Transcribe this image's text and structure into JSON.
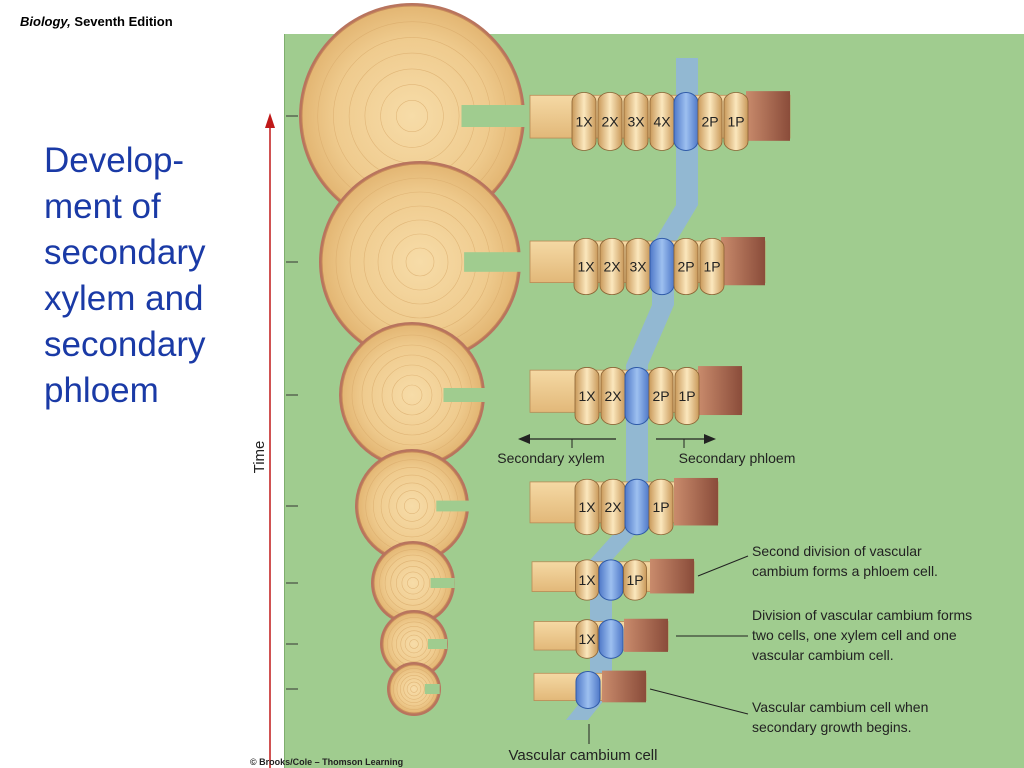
{
  "header": {
    "book_title": "Biology,",
    "edition": " Seventh Edition"
  },
  "title": {
    "lines": [
      "Develop-",
      "ment of",
      "secondary",
      "xylem and",
      "secondary",
      "phloem"
    ]
  },
  "diagram": {
    "time_label": "Time",
    "direction_labels": {
      "xylem": "Secondary xylem",
      "phloem": "Secondary phloem"
    },
    "rows": [
      {
        "xylem": [
          "1X",
          "2X",
          "3X",
          "4X"
        ],
        "phloem": [
          "2P",
          "1P"
        ]
      },
      {
        "xylem": [
          "1X",
          "2X",
          "3X"
        ],
        "phloem": [
          "2P",
          "1P"
        ]
      },
      {
        "xylem": [
          "1X",
          "2X"
        ],
        "phloem": [
          "2P",
          "1P"
        ]
      },
      {
        "xylem": [
          "1X",
          "2X"
        ],
        "phloem": [
          "1P"
        ]
      },
      {
        "xylem": [
          "1X"
        ],
        "phloem": [
          "1P"
        ]
      },
      {
        "xylem": [
          "1X"
        ],
        "phloem": []
      },
      {
        "xylem": [],
        "phloem": []
      }
    ],
    "callouts": {
      "second_division": [
        "Second division of vascular",
        "cambium forms a phloem cell."
      ],
      "first_division": [
        "Division of vascular cambium forms",
        "two cells, one xylem cell and one",
        "vascular cambium cell."
      ],
      "start": [
        "Vascular cambium cell when",
        "secondary growth begins."
      ]
    },
    "bottom_label": "Vascular cambium cell"
  },
  "footer": {
    "copyright": "© Brooks/Cole – Thomson Learning"
  },
  "colors": {
    "panel_green": "#a0cc8f",
    "title_blue": "#1a3aa6",
    "cambium_blue": "#7fa8e0",
    "wood": "#f0cf96",
    "bark": "#a86a52",
    "time_arrow": "#c01818"
  }
}
